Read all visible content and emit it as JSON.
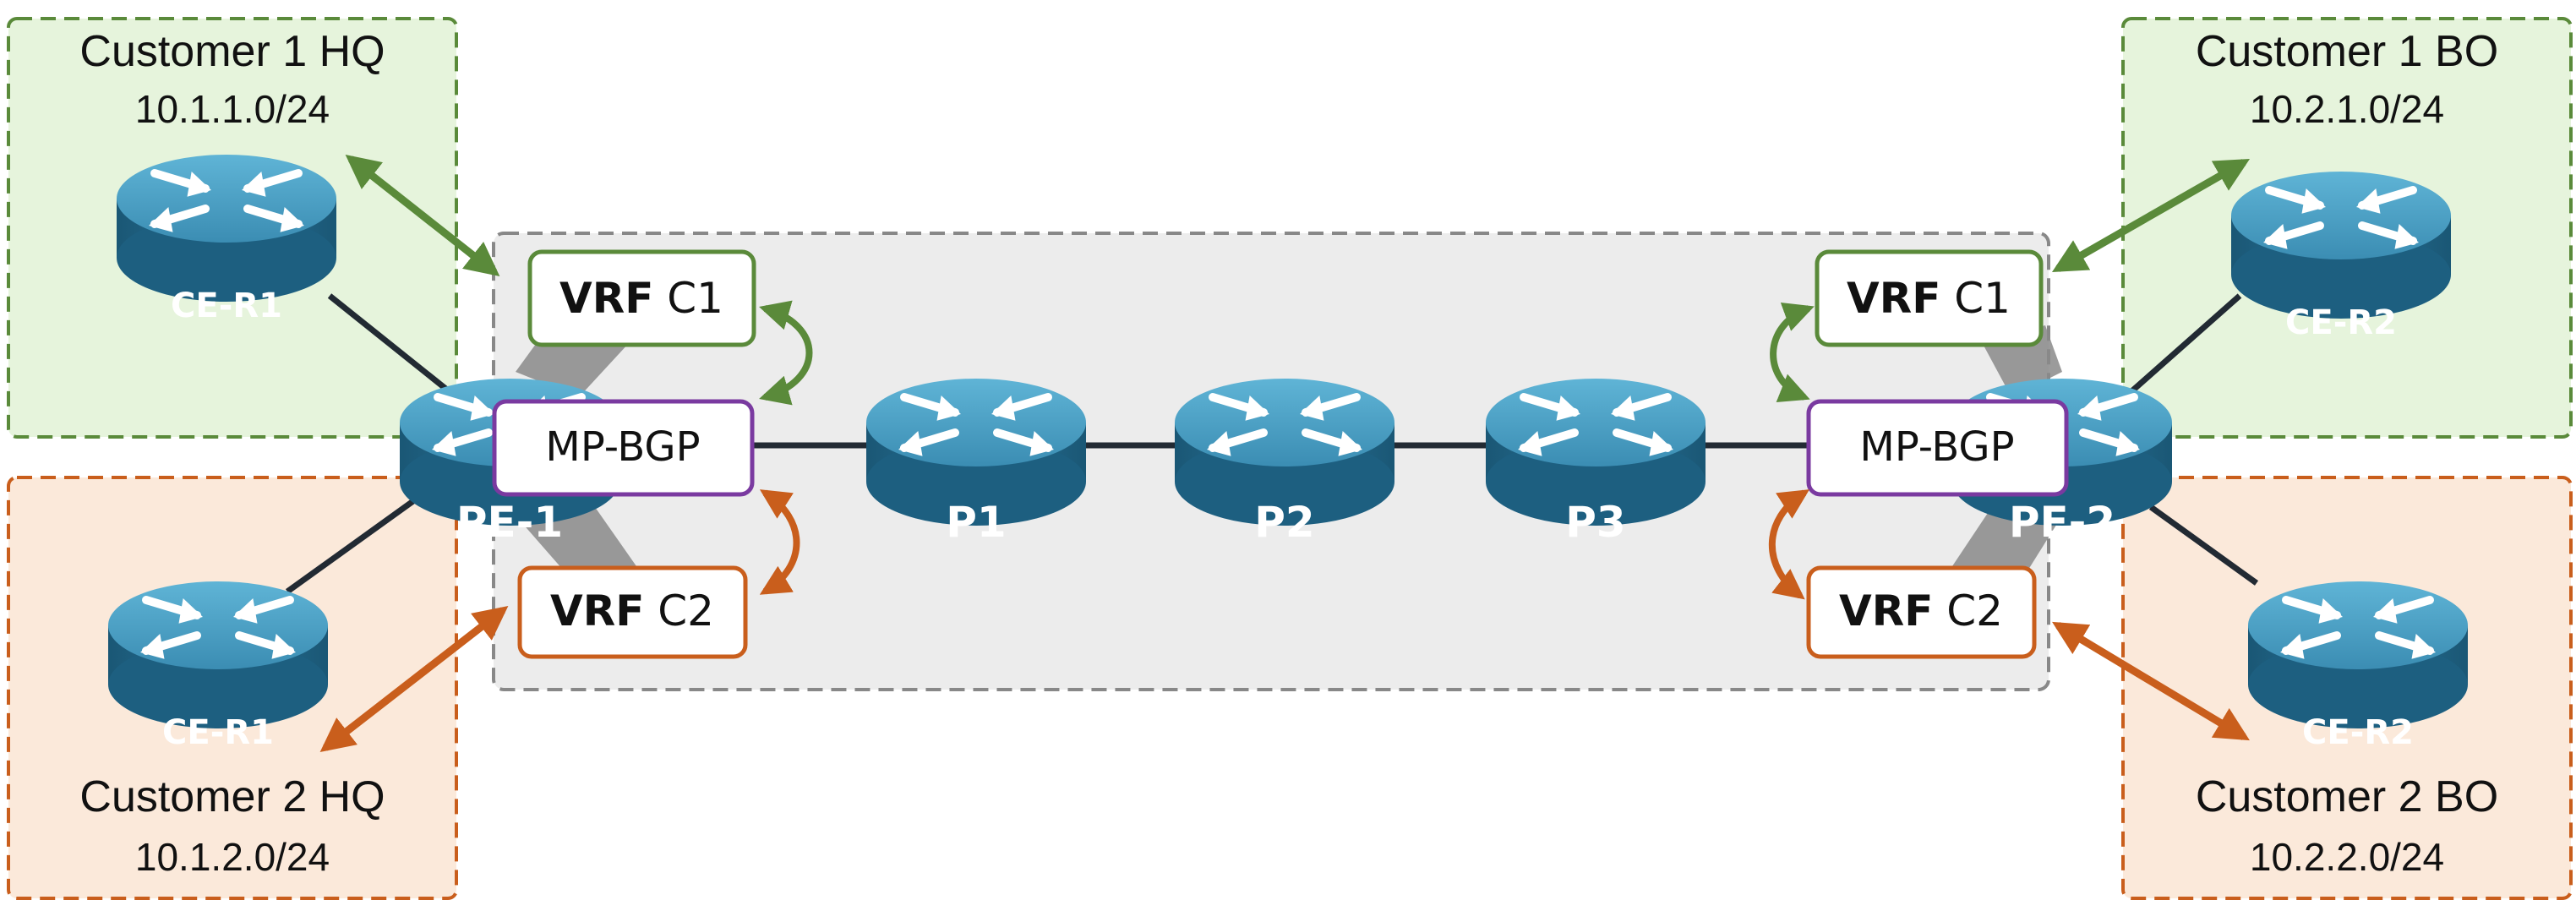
{
  "colors": {
    "green": "#5a8a3a",
    "green_fill": "#e6f4dc",
    "orange": "#c95e1c",
    "orange_fill": "#fbe9da",
    "purple": "#7a3aa0",
    "provider_fill": "#ececec",
    "provider_border": "#888888",
    "router_top": "#4fa3c7",
    "router_side": "#1f5f80",
    "link": "#222a33"
  },
  "customers": {
    "c1_hq": {
      "name": "Customer 1 HQ",
      "subnet": "10.1.1.0/24"
    },
    "c2_hq": {
      "name": "Customer 2 HQ",
      "subnet": "10.1.2.0/24"
    },
    "c1_bo": {
      "name": "Customer 1 BO",
      "subnet": "10.2.1.0/24"
    },
    "c2_bo": {
      "name": "Customer 2 BO",
      "subnet": "10.2.2.0/24"
    }
  },
  "routers": {
    "ce_r1_top": "CE-R1",
    "ce_r1_bottom": "CE-R1",
    "ce_r2_top": "CE-R2",
    "ce_r2_bottom": "CE-R2",
    "pe1": "PE-1",
    "pe2": "PE-2",
    "p1": "P1",
    "p2": "P2",
    "p3": "P3"
  },
  "boxes": {
    "vrf_word": "VRF",
    "vrf_c1": "C1",
    "vrf_c2": "C2",
    "mpbgp": "MP-BGP"
  },
  "icons": [
    "router-icon",
    "double-arrow-icon",
    "curved-arrow-icon"
  ]
}
